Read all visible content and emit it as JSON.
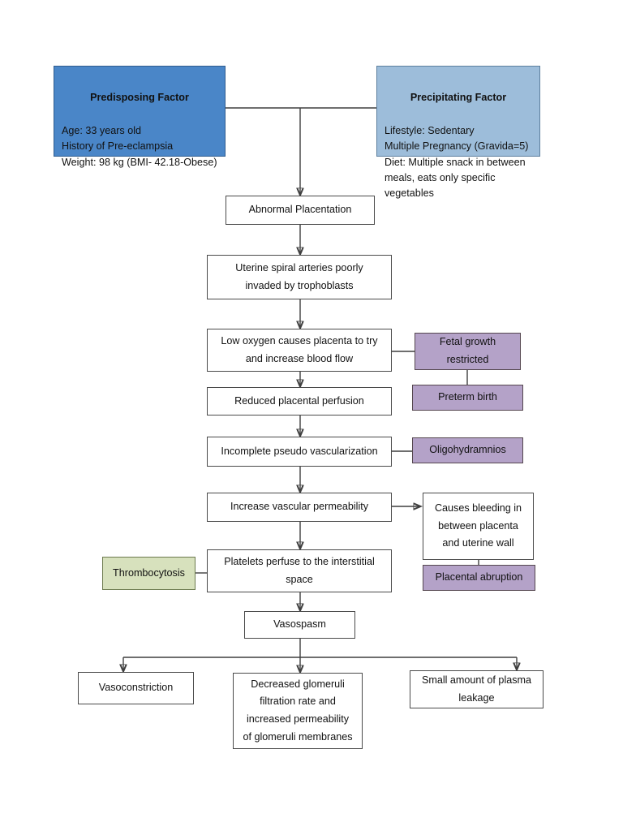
{
  "diagram": {
    "title": "Pre-eclampsia Pathophysiology Flowchart",
    "colors": {
      "predisposing_fill": "#4A86C8",
      "precipitating_fill": "#9DBDDA",
      "outcome_fill": "#B4A2C8",
      "lab_fill": "#D7E1BD",
      "default_fill": "#FFFFFF",
      "line": "#3F3F3F"
    },
    "nodes": {
      "predisposing": {
        "title": "Predisposing Factor",
        "body": "Age: 33 years old\nHistory of Pre-eclampsia\nWeight: 98 kg (BMI- 42.18-Obese)"
      },
      "precipitating": {
        "title": "Precipitating Factor",
        "body": "Lifestyle: Sedentary\nMultiple Pregnancy (Gravida=5)\nDiet: Multiple snack in between\nmeals, eats only specific\nvegetables"
      },
      "abnormal_placentation": "Abnormal Placentation",
      "uterine_spiral": "Uterine spiral arteries poorly\ninvaded by trophoblasts",
      "low_oxygen": "Low oxygen causes placenta to try\nand increase blood flow",
      "fetal_growth": "Fetal growth\nrestricted",
      "preterm_birth": "Preterm birth",
      "reduced_perfusion": "Reduced placental perfusion",
      "incomplete_pseudo": "Incomplete pseudo vascularization",
      "oligohydramnios": "Oligohydramnios",
      "increase_permeability": "Increase vascular permeability",
      "causes_bleeding": "Causes bleeding in\nbetween placenta\nand uterine wall",
      "placental_abruption": "Placental abruption",
      "thrombocytosis": "Thrombocytosis",
      "platelets_perfuse": "Platelets perfuse to the interstitial\nspace",
      "vasospasm": "Vasospasm",
      "vasoconstriction": "Vasoconstriction",
      "decreased_glomeruli": "Decreased glomeruli\nfiltration rate and\nincreased permeability\nof glomeruli membranes",
      "plasma_leakage": "Small amount of plasma\nleakage"
    }
  }
}
